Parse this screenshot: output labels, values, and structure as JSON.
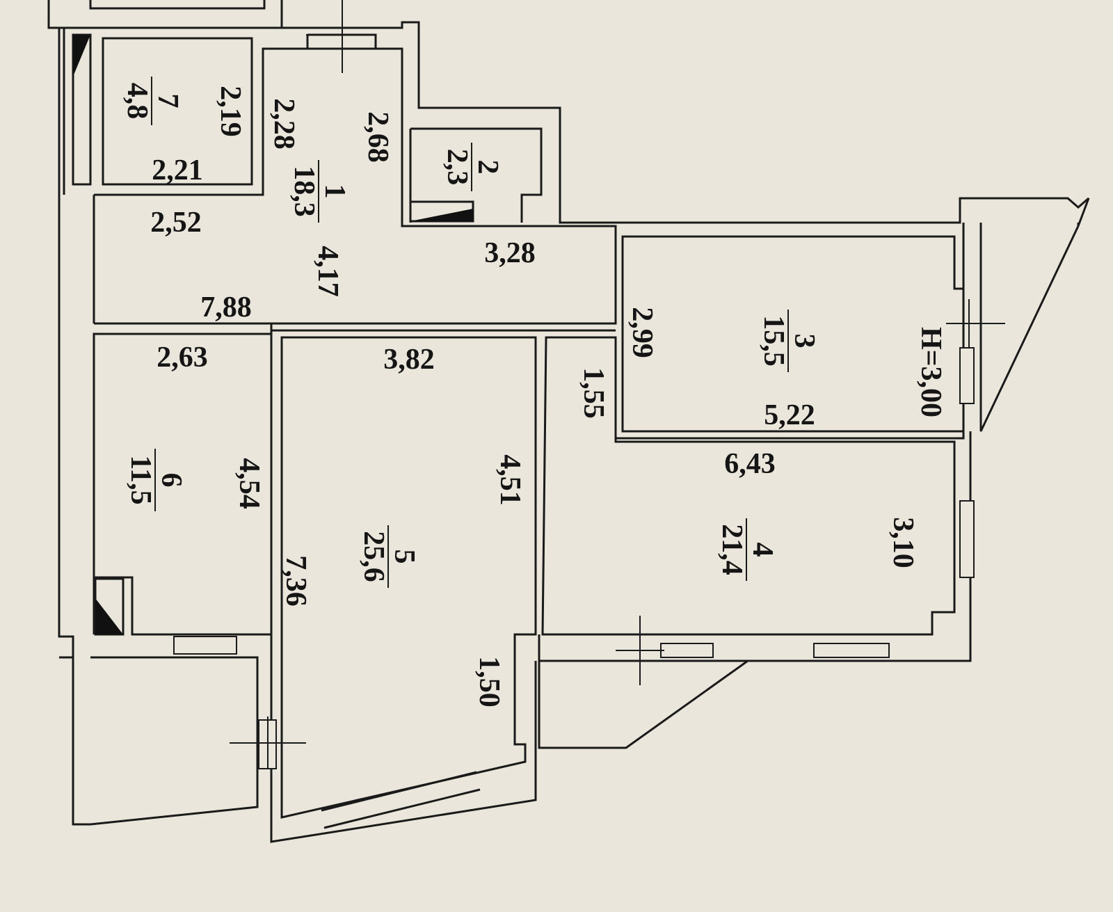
{
  "rooms": [
    {
      "number": "1",
      "area": "18,3"
    },
    {
      "number": "2",
      "area": "2,3"
    },
    {
      "number": "3",
      "area": "15,5"
    },
    {
      "number": "4",
      "area": "21,4"
    },
    {
      "number": "5",
      "area": "25,6"
    },
    {
      "number": "6",
      "area": "11,5"
    },
    {
      "number": "7",
      "area": "4,8"
    }
  ],
  "dimensions": {
    "r7_a": "2,19",
    "r7_b": "2,21",
    "r1_a": "2,28",
    "r1_b": "2,68",
    "r1_c": "2,52",
    "r1_d": "4,17",
    "r1_e": "3,28",
    "r1_f": "7,88",
    "r3_a": "2,99",
    "r3_b": "5,22",
    "ceiling_height": "H=3,00",
    "r6_a": "2,63",
    "r6_b": "4,54",
    "r5_a": "3,82",
    "r5_b": "4,51",
    "r5_c": "7,36",
    "r5_d": "1,50",
    "r4_a": "1,55",
    "r4_b": "6,43",
    "r4_c": "3,10"
  }
}
